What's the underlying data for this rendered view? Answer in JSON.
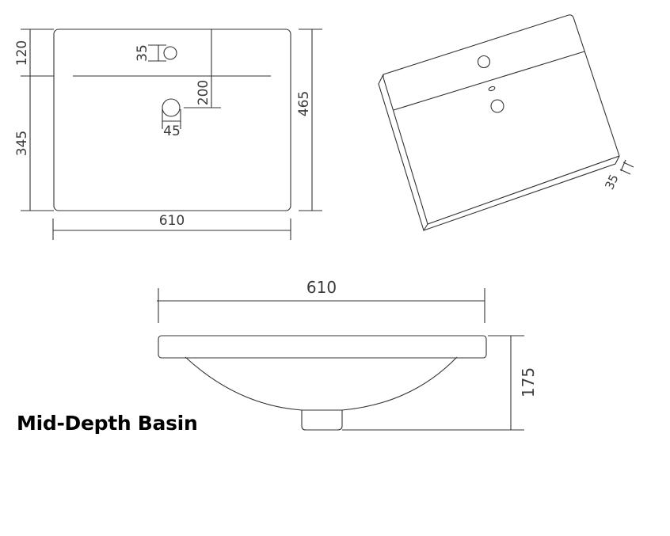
{
  "title": "Mid-Depth Basin",
  "units": "mm",
  "views": {
    "top": {
      "label": "top-plan-view",
      "dimensions": {
        "width": "610",
        "depth_total": "465",
        "rear_deck": "120",
        "bowl_section": "345",
        "tap_hole_diameter": "35",
        "waste_diameter": "45",
        "tap_to_waste": "200"
      }
    },
    "isometric": {
      "label": "isometric-view",
      "dimensions": {
        "rim_thickness": "35"
      }
    },
    "side": {
      "label": "side-elevation-view",
      "dimensions": {
        "width": "610",
        "height": "175"
      }
    }
  },
  "colors": {
    "line": "#333333",
    "text": "#3a3a3a",
    "caption": "#000000",
    "background": "#ffffff"
  }
}
